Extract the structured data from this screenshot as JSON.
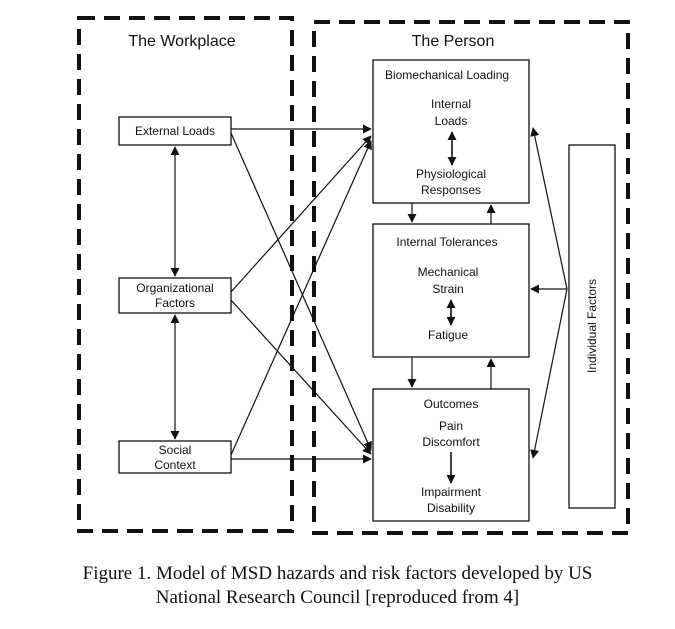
{
  "workplace": {
    "title": "The Workplace",
    "external_loads": "External Loads",
    "organizational_factors": [
      "Organizational",
      "Factors"
    ],
    "social_context": [
      "Social",
      "Context"
    ]
  },
  "person": {
    "title": "The Person",
    "biomechanical": {
      "title": "Biomechanical Loading",
      "internal_loads": [
        "Internal",
        "Loads"
      ],
      "physiological": [
        "Physiological",
        "Responses"
      ]
    },
    "tolerances": {
      "title": "Internal Tolerances",
      "mechanical_strain": [
        "Mechanical",
        "Strain"
      ],
      "fatigue": "Fatigue"
    },
    "outcomes": {
      "title": "Outcomes",
      "pain": [
        "Pain",
        "Discomfort"
      ],
      "impairment": [
        "Impairment",
        "Disability"
      ]
    },
    "individual_factors": "Individual Factors"
  },
  "caption": [
    "Figure 1. Model of MSD hazards and risk factors developed by US",
    "National Research Council [reproduced from 4]"
  ]
}
